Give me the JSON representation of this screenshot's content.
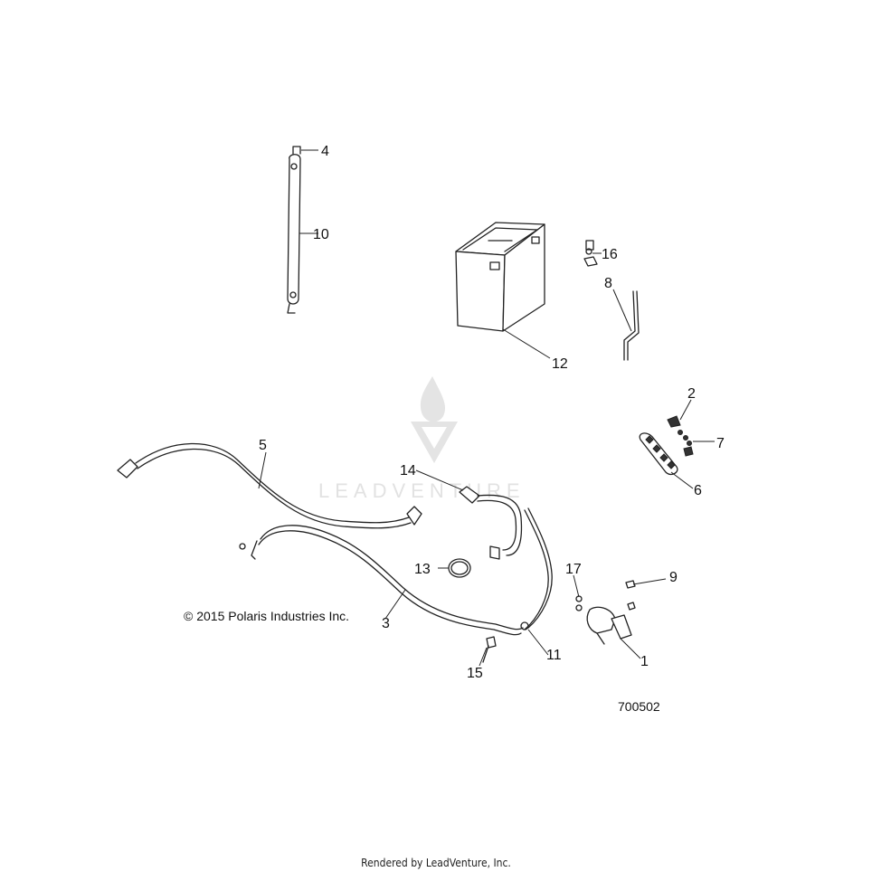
{
  "copyright": "© 2015 Polaris Industries Inc.",
  "diagram_number": "700502",
  "footer": "Rendered by LeadVenture, Inc.",
  "watermark": "LEADVENTURE",
  "callouts": {
    "c1": "1",
    "c2": "2",
    "c3": "3",
    "c4": "4",
    "c5": "5",
    "c6": "6",
    "c7": "7",
    "c8": "8",
    "c9": "9",
    "c10": "10",
    "c11": "11",
    "c12": "12",
    "c13": "13",
    "c14": "14",
    "c15": "15",
    "c16": "16",
    "c17": "17"
  },
  "colors": {
    "line": "#222222",
    "watermark": "#e4e4e4"
  }
}
